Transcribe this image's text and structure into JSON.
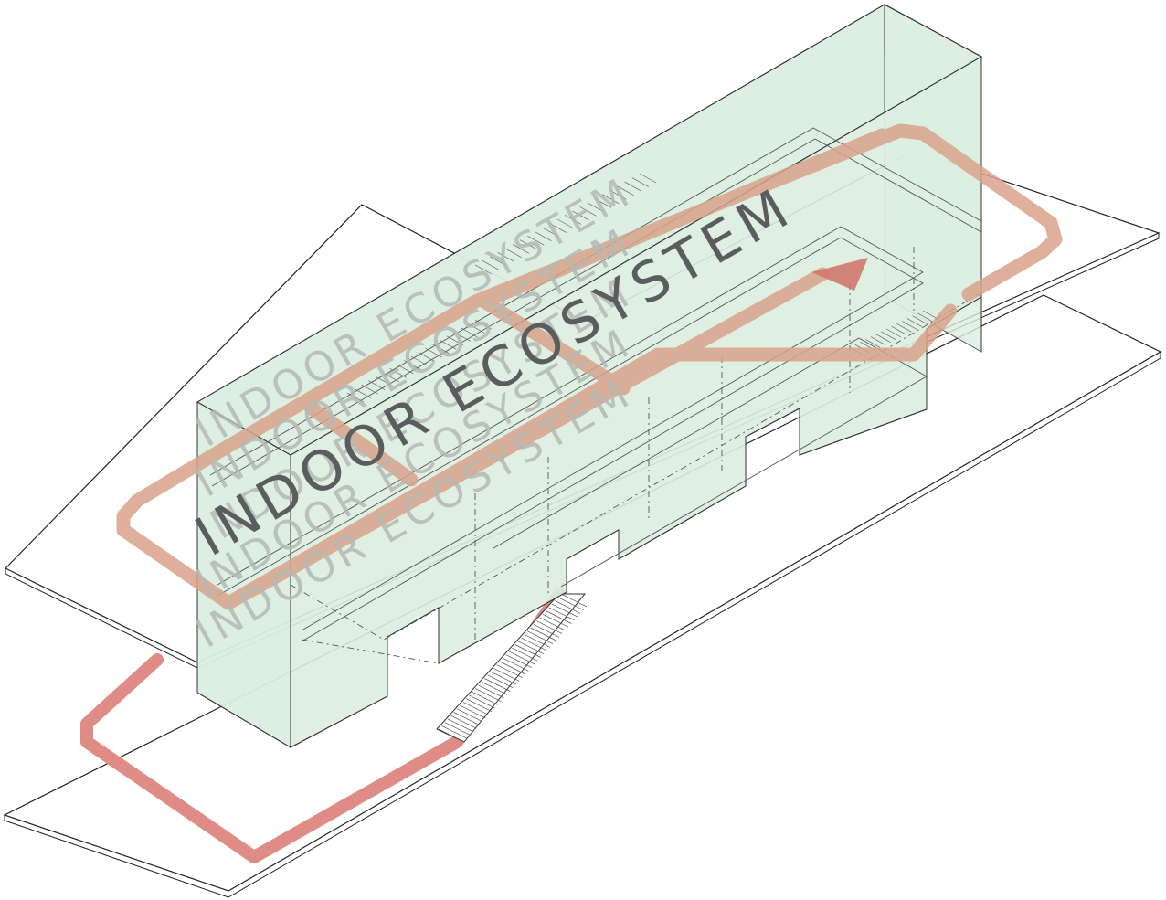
{
  "diagram": {
    "title": "INDOOR ECOSYSTEM",
    "watermark_repeats": [
      "INDOOR ECOSYSTEM",
      "INDOOR ECOSYSTEM",
      "INDOOR ECOSYSTEM",
      "INDOOR ECOSYSTEM",
      "INDOOR ECOSYSTEM"
    ],
    "colors": {
      "building_glass": "#dcefe1",
      "circulation_path": "#e08c86",
      "path_overlap": "#d9a38b",
      "title_text": "#5b5c5e",
      "watermark_text": "#b5b8b5",
      "outline": "#333333"
    },
    "elements": [
      "ground-plate",
      "upper-terrace-plate",
      "glass-building-volume",
      "interior-stairs",
      "exterior-stair",
      "circulation-loop",
      "direction-arrow"
    ]
  }
}
